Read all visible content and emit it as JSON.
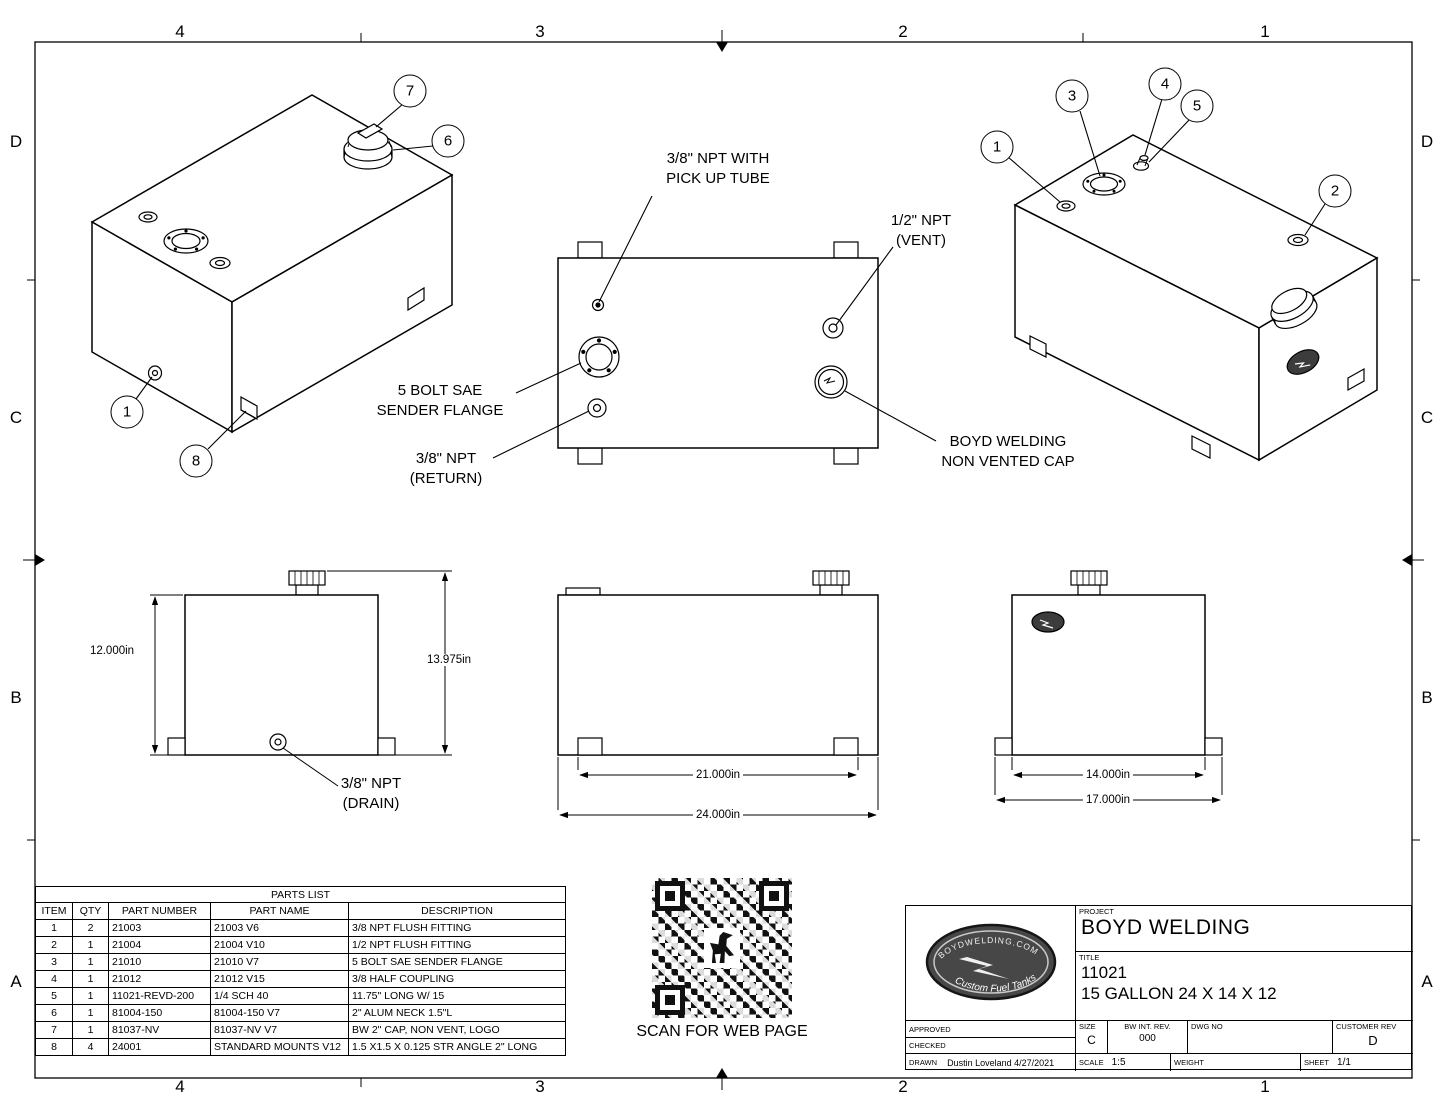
{
  "zones": {
    "cols": [
      "4",
      "3",
      "2",
      "1"
    ],
    "rows": [
      "D",
      "C",
      "B",
      "A"
    ]
  },
  "callouts": {
    "left": [
      "7",
      "6",
      "1",
      "8"
    ],
    "right": [
      "1",
      "3",
      "4",
      "5",
      "2"
    ]
  },
  "annotations": {
    "pickup": [
      "3/8\" NPT WITH",
      "PICK UP TUBE"
    ],
    "vent": [
      "1/2\" NPT",
      "(VENT)"
    ],
    "sender": [
      "5 BOLT SAE",
      "SENDER FLANGE"
    ],
    "return_port": [
      "3/8\" NPT",
      "(RETURN)"
    ],
    "cap": [
      "BOYD WELDING",
      "NON VENTED CAP"
    ],
    "drain": [
      "3/8\" NPT",
      "(DRAIN)"
    ]
  },
  "dimensions": {
    "body_height": "12.000in",
    "overall_height": "13.975in",
    "mount_width": "21.000in",
    "overall_width": "24.000in",
    "body_depth": "14.000in",
    "overall_depth": "17.000in"
  },
  "qr": {
    "caption": "SCAN FOR WEB PAGE"
  },
  "parts_list": {
    "title": "PARTS LIST",
    "headers": [
      "ITEM",
      "QTY",
      "PART NUMBER",
      "PART NAME",
      "DESCRIPTION"
    ],
    "rows": [
      [
        "1",
        "2",
        "21003",
        "21003 V6",
        "3/8 NPT FLUSH FITTING"
      ],
      [
        "2",
        "1",
        "21004",
        "21004 V10",
        "1/2 NPT FLUSH FITTING"
      ],
      [
        "3",
        "1",
        "21010",
        "21010 V7",
        "5 BOLT SAE SENDER FLANGE"
      ],
      [
        "4",
        "1",
        "21012",
        "21012 V15",
        "3/8 HALF COUPLING"
      ],
      [
        "5",
        "1",
        "11021-REVD-200",
        "1/4 SCH 40",
        "11.75\" LONG W/ 15"
      ],
      [
        "6",
        "1",
        "81004-150",
        "81004-150 V7",
        "2\" ALUM NECK 1.5\"L"
      ],
      [
        "7",
        "1",
        "81037-NV",
        "81037-NV V7",
        "BW 2\" CAP, NON VENT, LOGO"
      ],
      [
        "8",
        "4",
        "24001",
        "STANDARD MOUNTS V12",
        "1.5 X1.5 X 0.125 STR  ANGLE  2\" LONG"
      ]
    ]
  },
  "title_block": {
    "project_label": "PROJECT",
    "project": "BOYD WELDING",
    "title_label": "TITLE",
    "part_no": "11021",
    "description": "15 GALLON 24 X 14 X 12",
    "approved_label": "APPROVED",
    "checked_label": "CHECKED",
    "drawn_label": "DRAWN",
    "drawn_value": "Dustin Loveland 4/27/2021",
    "size_label": "SIZE",
    "size": "C",
    "bw_rev_label": "BW  INT.  REV.",
    "bw_rev": "000",
    "dwg_label": "DWG NO",
    "customer_rev_label": "CUSTOMER REV",
    "customer_rev": "D",
    "scale_label": "SCALE",
    "scale": "1:5",
    "weight_label": "WEIGHT",
    "sheet_label": "SHEET",
    "sheet": "1/1"
  },
  "logo": {
    "brand": "BOYDWELDING.COM",
    "tagline": "Custom Fuel Tanks"
  }
}
